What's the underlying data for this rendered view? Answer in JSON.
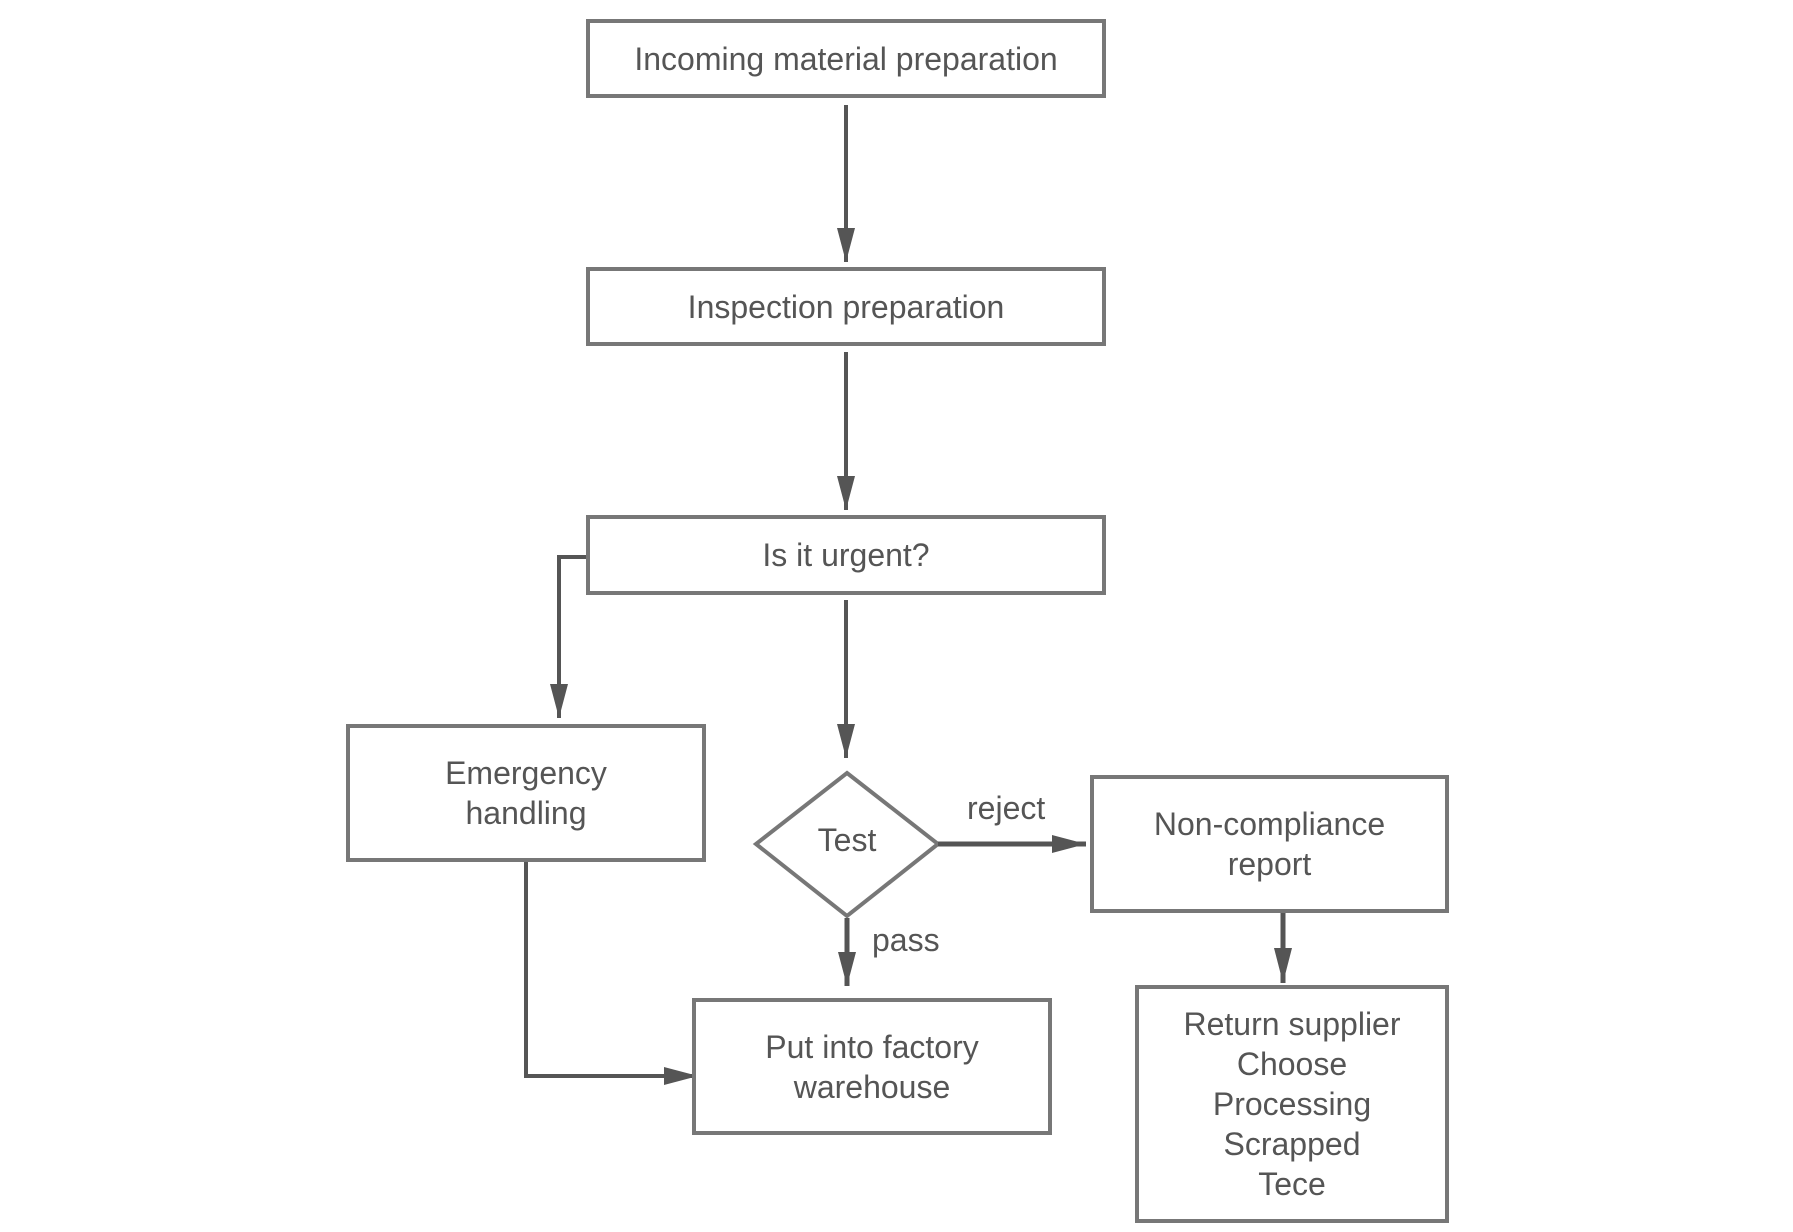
{
  "diagram": {
    "type": "flowchart",
    "colors": {
      "stroke": "#777777",
      "arrow": "#555555",
      "text": "#555555",
      "background": "#ffffff"
    },
    "nodes": {
      "incoming": {
        "lines": [
          "Incoming material preparation"
        ]
      },
      "inspection": {
        "lines": [
          "Inspection preparation"
        ]
      },
      "urgent": {
        "lines": [
          "Is it urgent?"
        ]
      },
      "emergency": {
        "lines": [
          "Emergency",
          "handling"
        ]
      },
      "test": {
        "lines": [
          "Test"
        ],
        "shape": "diamond"
      },
      "noncompliance": {
        "lines": [
          "Non-compliance",
          "report"
        ]
      },
      "warehouse": {
        "lines": [
          "Put into factory",
          "warehouse"
        ]
      },
      "return": {
        "lines": [
          "Return supplier",
          "Choose",
          "Processing",
          "Scrapped",
          "Tece"
        ]
      }
    },
    "edge_labels": {
      "reject": "reject",
      "pass": "pass"
    },
    "edges": [
      {
        "from": "incoming",
        "to": "inspection"
      },
      {
        "from": "inspection",
        "to": "urgent"
      },
      {
        "from": "urgent",
        "to": "emergency"
      },
      {
        "from": "urgent",
        "to": "test"
      },
      {
        "from": "test",
        "to": "noncompliance",
        "label": "reject"
      },
      {
        "from": "test",
        "to": "warehouse",
        "label": "pass"
      },
      {
        "from": "emergency",
        "to": "warehouse"
      },
      {
        "from": "noncompliance",
        "to": "return"
      }
    ]
  }
}
